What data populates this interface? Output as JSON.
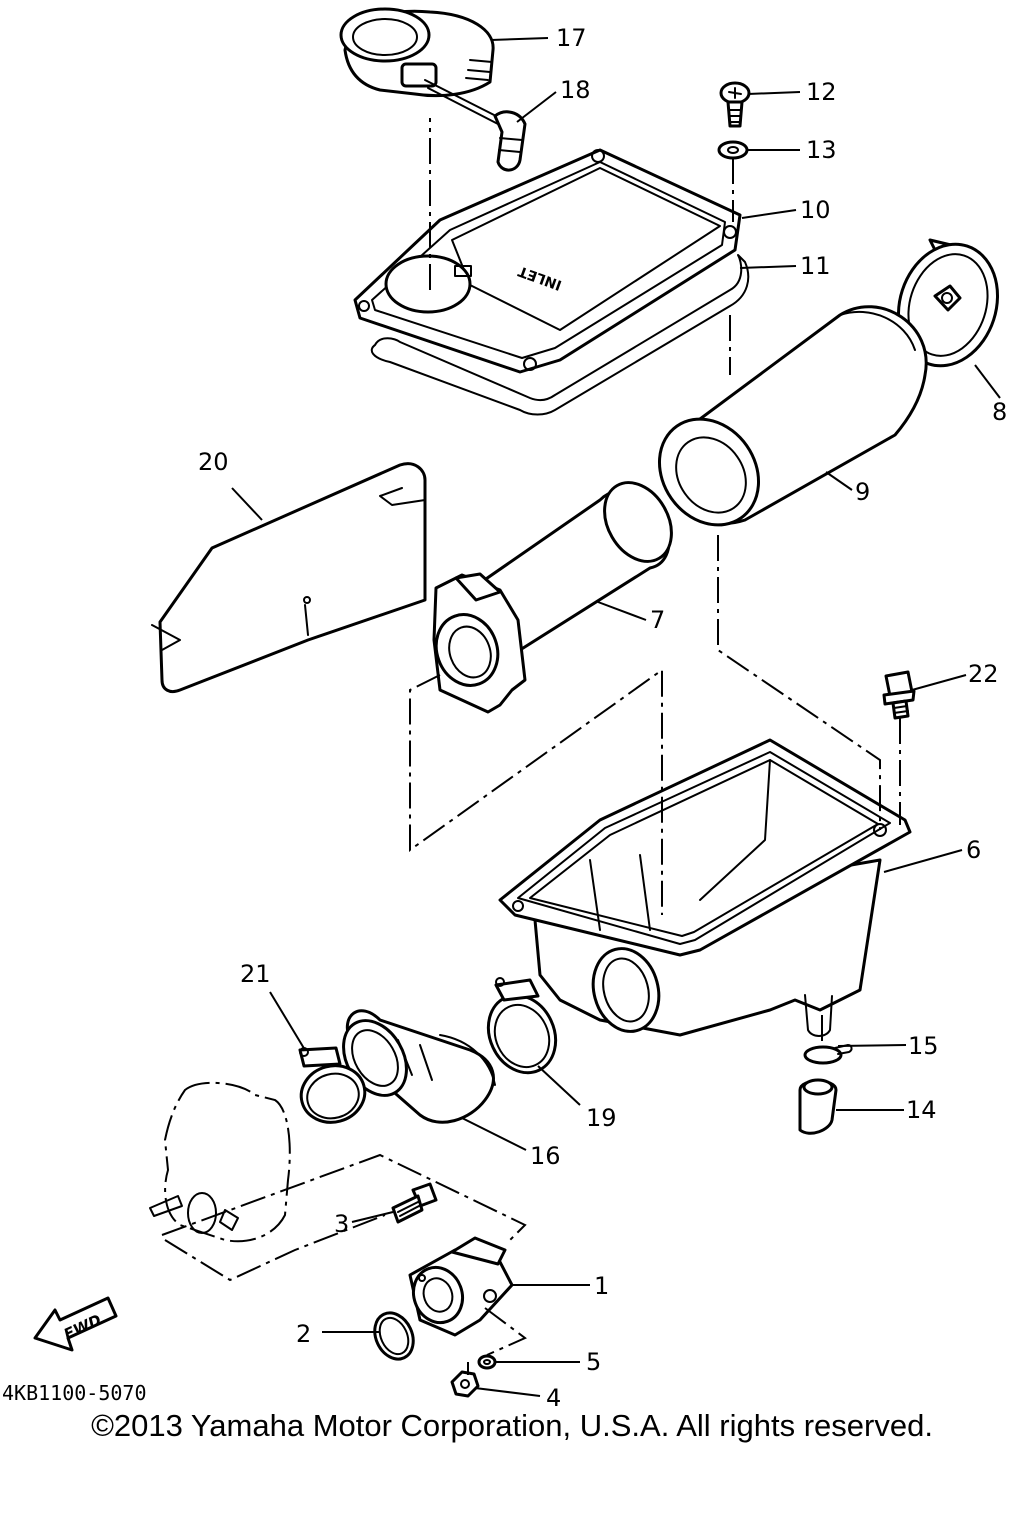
{
  "diagram": {
    "drawing_code": "4KB1100-5070",
    "fwd_label": "FWD",
    "cover_marking": "INLET",
    "callouts": [
      "1",
      "2",
      "3",
      "4",
      "5",
      "6",
      "7",
      "8",
      "9",
      "10",
      "11",
      "12",
      "13",
      "14",
      "15",
      "16",
      "17",
      "18",
      "19",
      "20",
      "21",
      "22"
    ]
  },
  "footer": {
    "copyright": "©2013 Yamaha Motor Corporation, U.S.A. All rights reserved."
  }
}
